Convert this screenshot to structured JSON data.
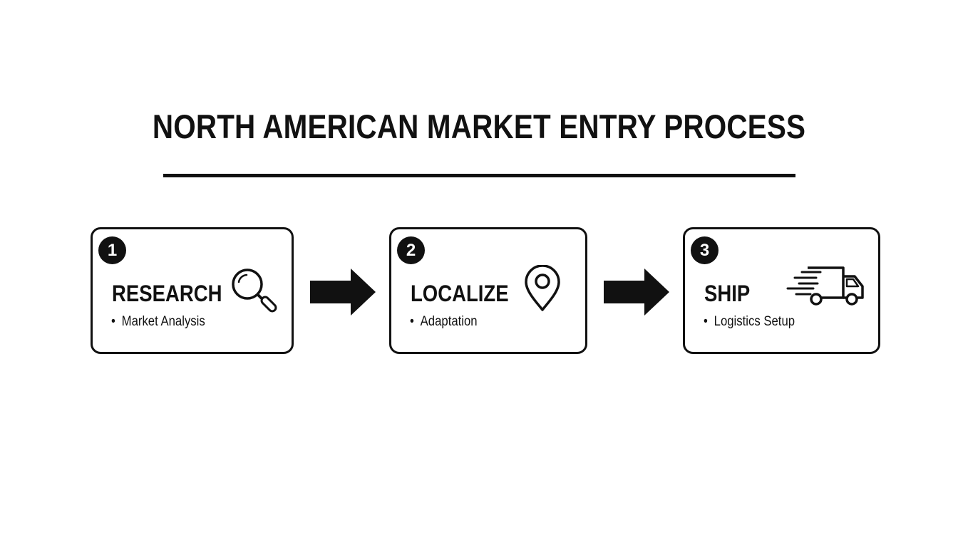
{
  "title": "NORTH AMERICAN MARKET ENTRY PROCESS",
  "steps": [
    {
      "number": "1",
      "title": "RESEARCH",
      "bullet": "Market Analysis",
      "icon": "magnifying-glass-icon"
    },
    {
      "number": "2",
      "title": "LOCALIZE",
      "bullet": "Adaptation",
      "icon": "map-pin-icon"
    },
    {
      "number": "3",
      "title": "SHIP",
      "bullet": "Logistics Setup",
      "icon": "delivery-truck-icon"
    }
  ],
  "bullet_symbol": "•",
  "colors": {
    "ink": "#111111",
    "background": "#ffffff"
  }
}
